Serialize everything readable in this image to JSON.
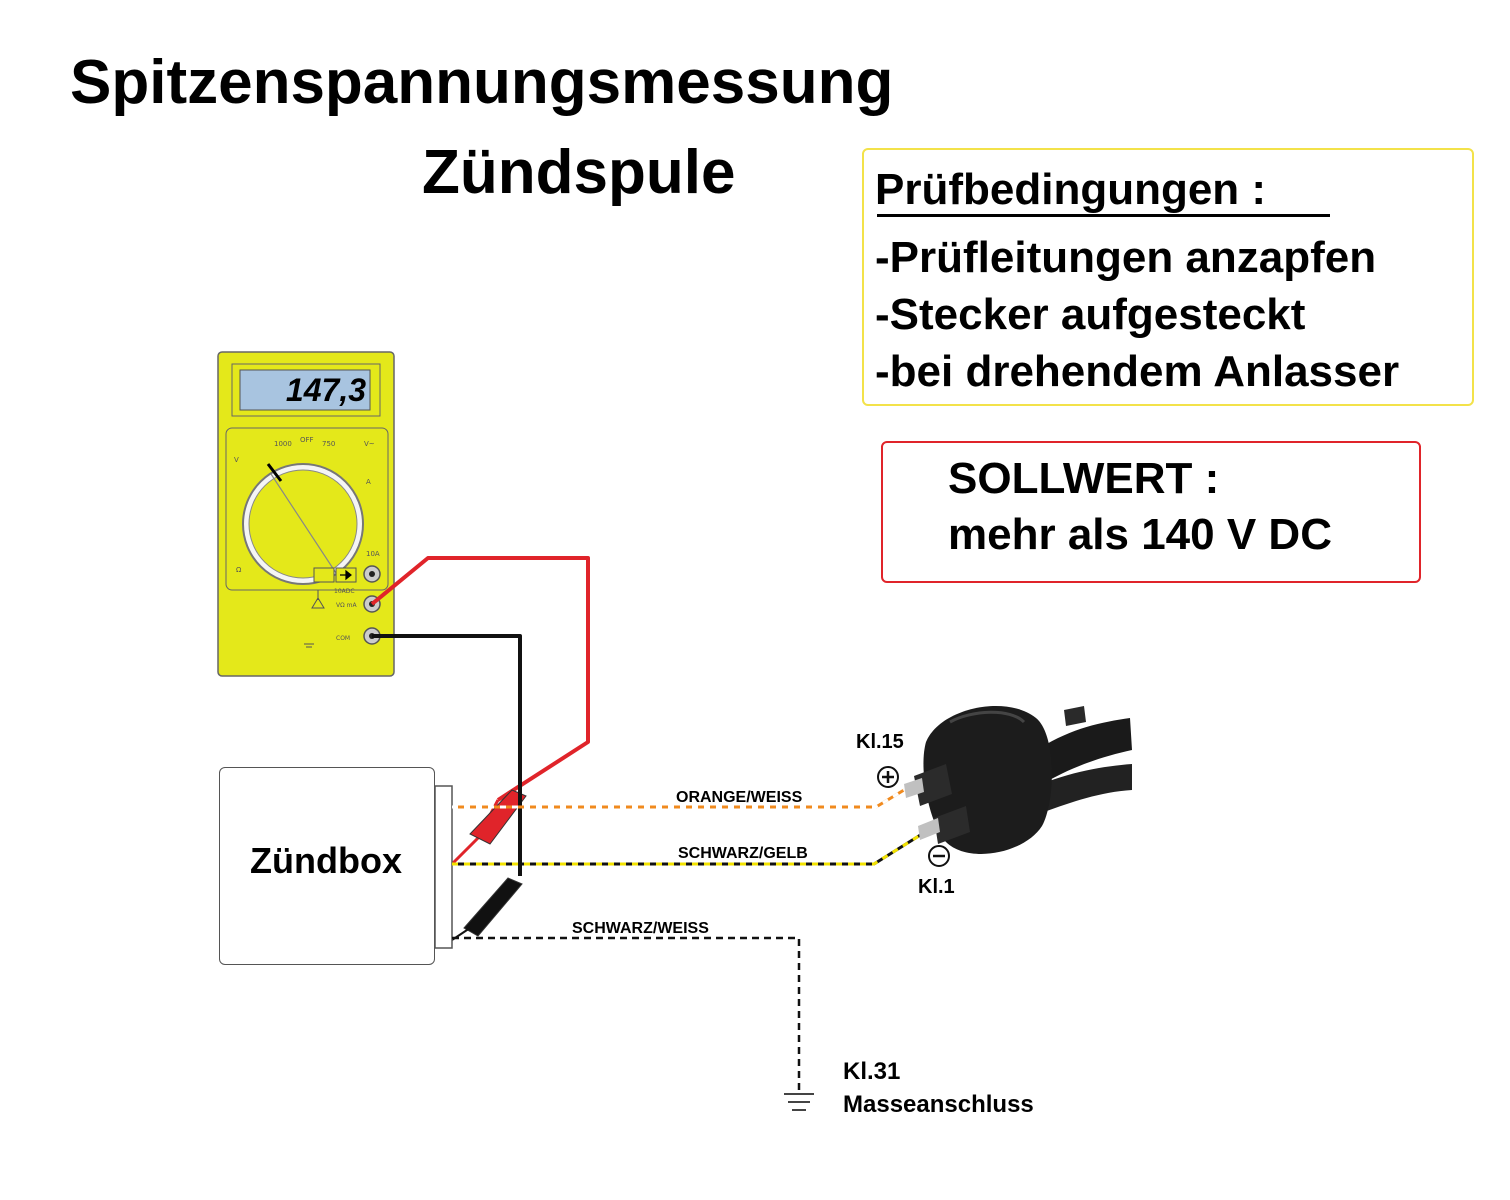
{
  "title": {
    "line1": "Spitzenspannungsmessung",
    "line2": "Zündspule"
  },
  "conditions": {
    "heading": "Prüfbedingungen :",
    "items": [
      "-Prüfleitungen anzapfen",
      "-Stecker aufgesteckt",
      "-bei drehendem Anlasser"
    ]
  },
  "spec": {
    "line1": "SOLLWERT :",
    "line2": "mehr als 140 V DC"
  },
  "multimeter": {
    "reading": "147,3"
  },
  "ignition_box": {
    "label": "Zündbox"
  },
  "wires": {
    "orange": "ORANGE/WEISS",
    "yellow": "SCHWARZ/GELB",
    "ground": "SCHWARZ/WEISS"
  },
  "terminals": {
    "kl15": "Kl.15",
    "kl1": "Kl.1",
    "kl31": "Kl.31",
    "ground_label": "Masseanschluss"
  },
  "colors": {
    "meter_body": "#e4e81a",
    "lcd": "#a8c4e0",
    "probe_red": "#e0242a",
    "wire_orange": "#f08a1e",
    "wire_yellow": "#f2e200",
    "cond_border": "#f3e24a",
    "spec_border": "#e0242a"
  }
}
